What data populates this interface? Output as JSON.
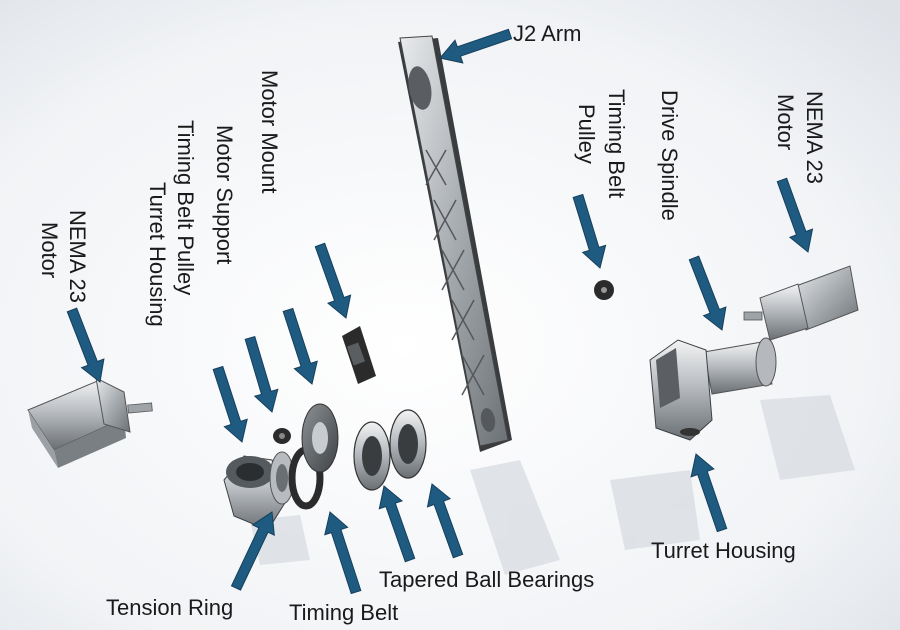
{
  "labels": {
    "j2_arm": "J2 Arm",
    "nema_left_1": "NEMA 23",
    "nema_left_2": "Motor",
    "turret_housing_left": "Turret Housing",
    "timing_belt_pulley_left": "Timing Belt Pulley",
    "motor_support": "Motor Support",
    "motor_mount": "Motor Mount",
    "timing_belt_pulley_right_1": "Timing Belt",
    "timing_belt_pulley_right_2": "Pulley",
    "drive_spindle": "Drive Spindle",
    "nema_right_1": "NEMA 23",
    "nema_right_2": "Motor",
    "turret_housing_right": "Turret Housing",
    "tension_ring": "Tension Ring",
    "timing_belt": "Timing Belt",
    "tapered_ball_bearings": "Tapered Ball Bearings"
  },
  "colors": {
    "arrow": "#1f5b80",
    "arrow_dark": "#163f5c",
    "metal_dark": "#6f7478",
    "metal_mid": "#a6abaf",
    "metal_light": "#e4e6e8",
    "black_part": "#2b2b2b"
  }
}
